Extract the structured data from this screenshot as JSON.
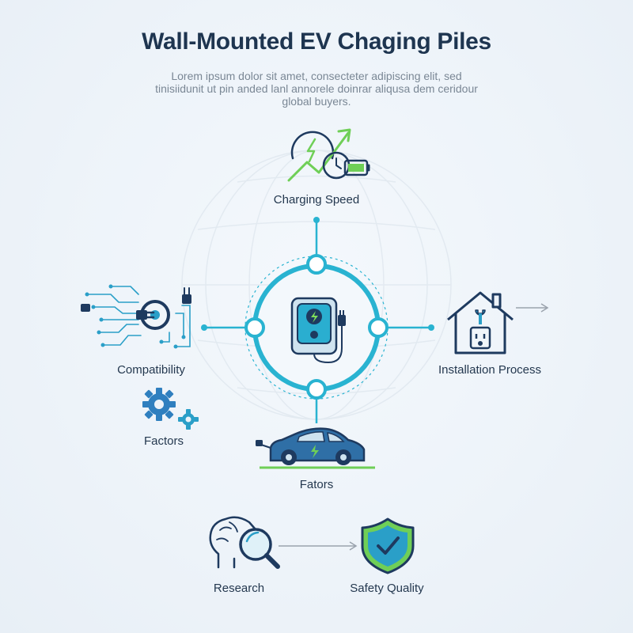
{
  "header": {
    "title": "Wall-Mounted EV Chaging Piles",
    "subtitle_line1": "Lorem ipsum dolor sit amet, consecteter adipiscing elit, sed",
    "subtitle_line2": "tinisiidunit ut pin anded lanl annorele doinrar aliqusa dem  ceridour",
    "subtitle_line3": "global buyers."
  },
  "nodes": {
    "charging_speed": {
      "label": "Charging Speed",
      "icon": "speed-gauge-battery-icon"
    },
    "compatibility": {
      "label": "Compatibility",
      "icon": "circuit-plug-icon"
    },
    "installation_process": {
      "label": "Installation Process",
      "icon": "house-outlet-icon"
    },
    "factors_gears": {
      "label": "Factors",
      "icon": "gears-icon"
    },
    "factors_car": {
      "label": "Fators",
      "icon": "electric-car-icon"
    },
    "research": {
      "label": "Research",
      "icon": "brain-magnifier-icon"
    },
    "safety_quality": {
      "label": "Safety Quality",
      "icon": "shield-check-icon"
    },
    "center": {
      "icon": "wall-charger-icon"
    }
  },
  "colors": {
    "accent": "#29b3d1",
    "navy": "#1e3a5f",
    "blue": "#2f6fa6",
    "green": "#6fcf57",
    "grey": "#9aa3ad"
  }
}
